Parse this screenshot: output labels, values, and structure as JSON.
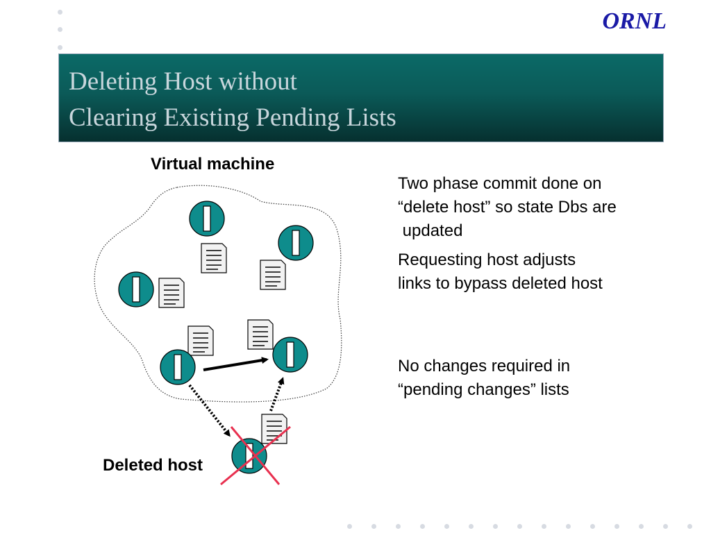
{
  "brand": "ORNL",
  "title": {
    "line1": "Deleting Host without",
    "line2": "Clearing Existing Pending Lists"
  },
  "diagram": {
    "vm_label": "Virtual machine",
    "deleted_label": "Deleted host"
  },
  "notes": [
    {
      "lines": [
        "Two phase commit done on",
        "“delete host” so state Dbs are",
        " updated"
      ]
    },
    {
      "lines": [
        "Requesting host adjusts",
        "links to bypass deleted host"
      ]
    },
    {
      "lines": [
        "No changes required in",
        "“pending changes” lists"
      ]
    }
  ],
  "colors": {
    "host_fill": "#0e8c8c",
    "title_bg": "#0b5a58",
    "brand": "#1a1aa6",
    "delete_mark": "#e8304f"
  }
}
